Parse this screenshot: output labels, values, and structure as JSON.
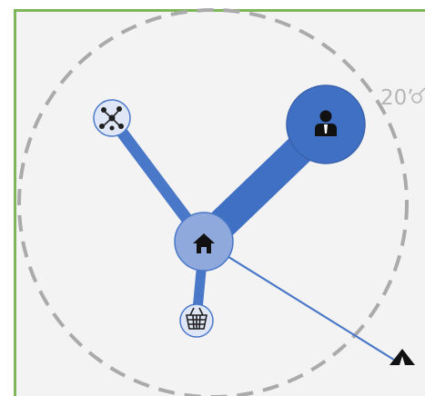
{
  "radius_label": "20’",
  "colors": {
    "panel_border": "#7fb65a",
    "panel_bg": "#f3f3f3",
    "ring": "#aaaaaa",
    "link": "#4a78c8",
    "link_dark": "#3d6cc0",
    "hub_fill": "#8fa9dc",
    "node_light_fill": "#dfe7f7",
    "node_dark_fill": "#4070c4",
    "icon_dark": "#1f1f1f",
    "icon_light": "#1a2a50"
  },
  "nodes": [
    {
      "id": "home",
      "icon": "home-icon",
      "role": "hub"
    },
    {
      "id": "network",
      "icon": "network-people-icon",
      "role": "node"
    },
    {
      "id": "work",
      "icon": "businessman-icon",
      "role": "node"
    },
    {
      "id": "shopping",
      "icon": "shopping-basket-icon",
      "role": "node"
    },
    {
      "id": "camping",
      "icon": "tent-icon",
      "role": "outlier"
    }
  ]
}
